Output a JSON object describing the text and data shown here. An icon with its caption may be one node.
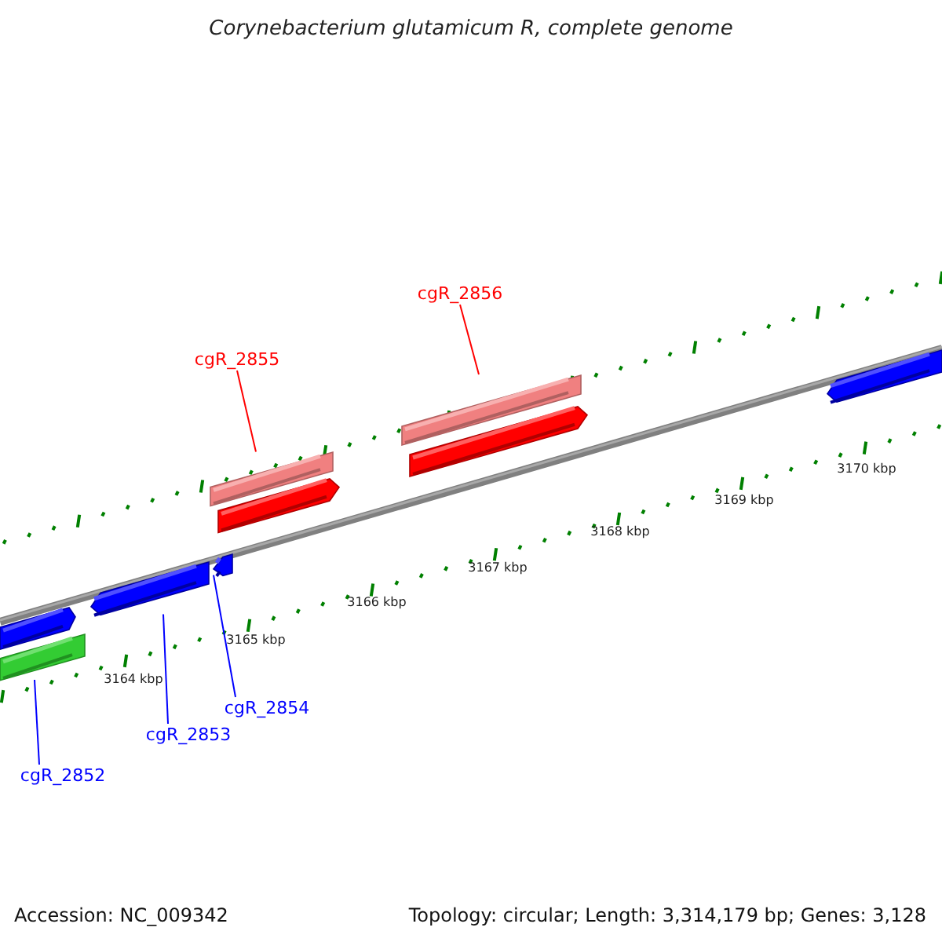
{
  "diagram": {
    "title": "Corynebacterium glutamicum R, complete genome",
    "nodes": [
      {
        "text": [
          "cgR_2856"
        ]
      },
      {
        "text": [
          "cgR_2855"
        ]
      },
      {
        "text": [],
        "shape": "bar"
      },
      {
        "text": [],
        "shape": "bar"
      },
      {
        "text": [],
        "shape": "arrow"
      },
      {
        "text": [],
        "shape": "arrow"
      },
      {
        "text": [],
        "shape": "arrow"
      },
      {
        "text": [],
        "shape": "arrow"
      },
      {
        "text": [],
        "shape": "arrow"
      },
      {
        "text": [],
        "shape": "arrow"
      },
      {
        "text": [],
        "shape": "bar"
      },
      {
        "text": [
          "cgR_2854"
        ]
      },
      {
        "text": [
          "cgR_2853"
        ]
      },
      {
        "text": [
          "cgR_2852"
        ]
      }
    ],
    "edges": [
      {
        "from": 0,
        "to": 3,
        "arrow": "none",
        "color": "#ff0000"
      },
      {
        "from": 1,
        "to": 2,
        "arrow": "none",
        "color": "#ff0000"
      },
      {
        "from": 11,
        "to": 7,
        "arrow": "none"
      },
      {
        "from": 12,
        "to": 8,
        "arrow": "none"
      },
      {
        "from": 13,
        "to": 10,
        "arrow": "none"
      }
    ],
    "labels": [
      "3170 kbp",
      "3169 kbp",
      "3168 kbp",
      "3167 kbp",
      "3166 kbp",
      "3165 kbp",
      "3164 kbp",
      "Accession: NC_009342",
      "Topology: circular; Length: 3,314,179 bp; Genes: 3,128"
    ]
  }
}
